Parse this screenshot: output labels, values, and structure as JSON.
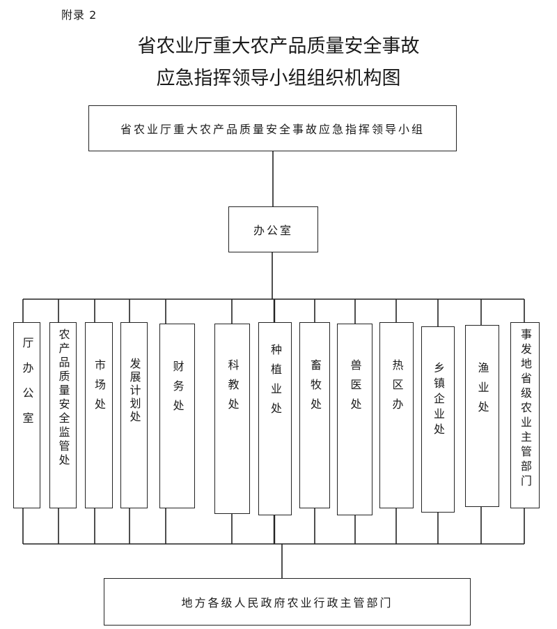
{
  "appendix_label": "附录 2",
  "title_line1": "省农业厅重大农产品质量安全事故",
  "title_line2": "应急指挥领导小组组织机构图",
  "top_box": "省农业厅重大农产品质量安全事故应急指挥领导小组",
  "office_box": "办公室",
  "bottom_box": "地方各级人民政府农业行政主管部门",
  "departments": [
    "厅办公室",
    "农产品质量安全监管处",
    "市场处",
    "发展计划处",
    "财务处",
    "科教处",
    "种植业处",
    "畜牧处",
    "兽医处",
    "热区办",
    "乡镇企业处",
    "渔业处",
    "事发地省级农业主管部门"
  ]
}
